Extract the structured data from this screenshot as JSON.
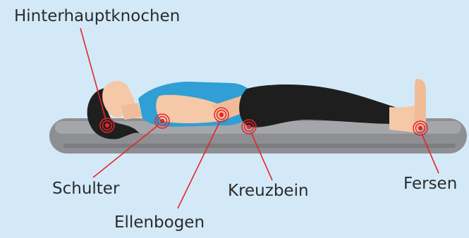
{
  "labels": {
    "occiput": "Hinterhauptknochen",
    "shoulder": "Schulter",
    "elbow": "Ellenbogen",
    "sacrum": "Kreuzbein",
    "heels": "Fersen"
  },
  "colors": {
    "background": "#d3e9f8",
    "mattress": "#8f9194",
    "skin": "#f5c8a8",
    "top": "#2f9fd6",
    "pants": "#1e1e1e",
    "hair": "#1f1f1f",
    "marker": "#e3262b"
  },
  "icons": {
    "pressure_marker": "concentric-circle-target"
  }
}
